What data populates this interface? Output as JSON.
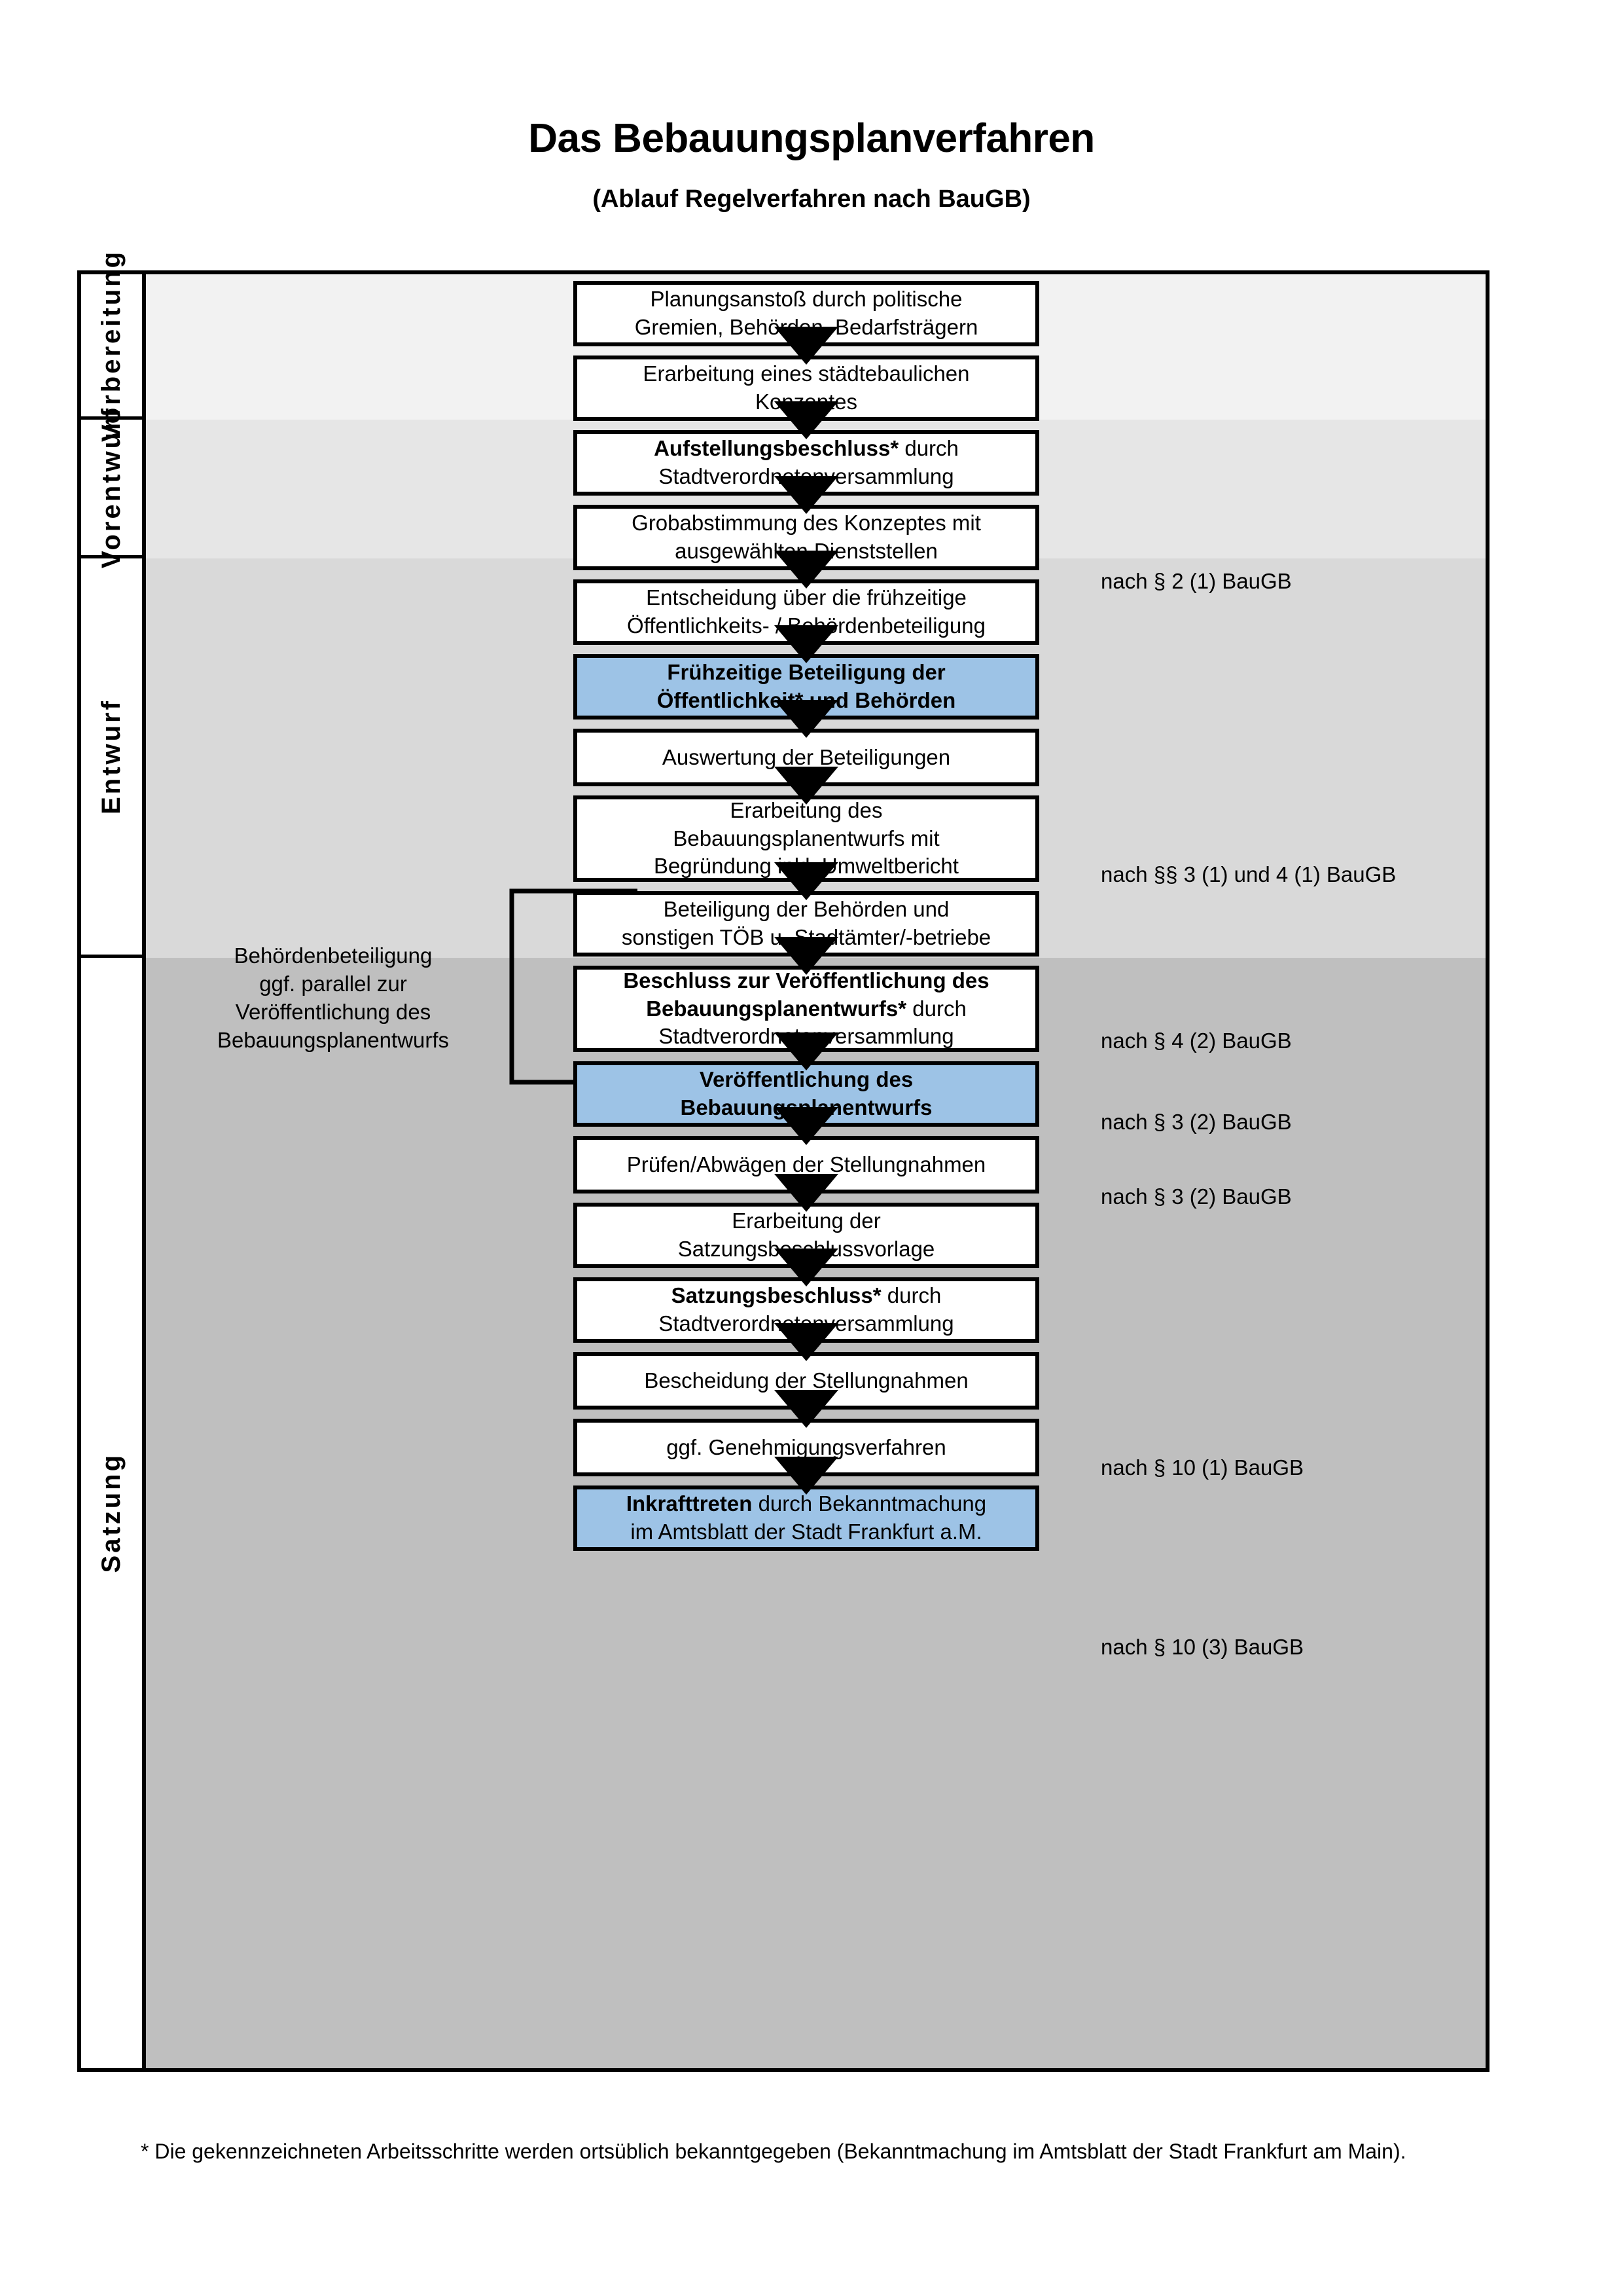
{
  "header": {
    "title": "Das Bebauungsplanverfahren",
    "subtitle": "(Ablauf Regelverfahren nach BauGB)"
  },
  "phases": [
    {
      "id": "vorbereitung",
      "label": "Vorbereitung"
    },
    {
      "id": "vorentwurf",
      "label": "Vorentwurf"
    },
    {
      "id": "entwurf",
      "label": "Entwurf"
    },
    {
      "id": "satzung",
      "label": "Satzung"
    }
  ],
  "steps": [
    {
      "id": "planungsanstoss",
      "phase": "vorbereitung",
      "highlight": false,
      "lines": [
        {
          "text": "Planungsanstoß durch politische",
          "bold": false
        },
        {
          "text": "Gremien, Behörden, Bedarfsträgern",
          "bold": false
        }
      ]
    },
    {
      "id": "staedtebauliches-konzept",
      "phase": "vorbereitung",
      "highlight": false,
      "lines": [
        {
          "text": "Erarbeitung eines städtebaulichen",
          "bold": false
        },
        {
          "text": "Konzeptes",
          "bold": false
        }
      ]
    },
    {
      "id": "aufstellungsbeschluss",
      "phase": "vorbereitung",
      "highlight": false,
      "lines": [
        {
          "text": "Aufstellungsbeschluss*",
          "bold": true,
          "suffix": " durch"
        },
        {
          "text": "Stadtverordnetenversammlung",
          "bold": false
        }
      ]
    },
    {
      "id": "grobabstimmung",
      "phase": "vorentwurf",
      "highlight": false,
      "lines": [
        {
          "text": "Grobabstimmung des Konzeptes mit",
          "bold": false
        },
        {
          "text": "ausgewählten Dienststellen",
          "bold": false
        }
      ]
    },
    {
      "id": "entscheidung-fruehzeitige",
      "phase": "vorentwurf",
      "highlight": false,
      "lines": [
        {
          "text": "Entscheidung über die frühzeitige",
          "bold": false
        },
        {
          "text": "Öffentlichkeits- / Behördenbeteiligung",
          "bold": false
        }
      ]
    },
    {
      "id": "fruehzeitige-beteiligung",
      "phase": "vorentwurf",
      "highlight": true,
      "lines": [
        {
          "text": "Frühzeitige Beteiligung der",
          "bold": true
        },
        {
          "text": "Öffentlichkeit* und Behörden",
          "bold": true
        }
      ]
    },
    {
      "id": "auswertung-beteiligungen",
      "phase": "entwurf",
      "highlight": false,
      "lines": [
        {
          "text": "Auswertung der Beteiligungen",
          "bold": false
        }
      ]
    },
    {
      "id": "erarbeitung-bebauungsplanentwurf",
      "phase": "entwurf",
      "highlight": false,
      "lines": [
        {
          "text": "Erarbeitung des",
          "bold": false
        },
        {
          "text": "Bebauungsplanentwurfs mit",
          "bold": false
        },
        {
          "text": "Begründung inkl. Umweltbericht",
          "bold": false
        }
      ]
    },
    {
      "id": "beteiligung-behoerden",
      "phase": "entwurf",
      "highlight": false,
      "lines": [
        {
          "text": "Beteiligung der Behörden und",
          "bold": false
        },
        {
          "text": "sonstigen TÖB u. Stadtämter/-betriebe",
          "bold": false
        }
      ]
    },
    {
      "id": "beschluss-veroeffentlichung",
      "phase": "entwurf",
      "highlight": false,
      "lines": [
        {
          "text": "Beschluss zur Veröffentlichung des",
          "bold": true
        },
        {
          "text": "Bebauungsplanentwurfs*",
          "bold": true,
          "suffix": " durch"
        },
        {
          "text": "Stadtverordnetenversammlung",
          "bold": false
        }
      ]
    },
    {
      "id": "veroeffentlichung-entwurf",
      "phase": "entwurf",
      "highlight": true,
      "lines": [
        {
          "text": "Veröffentlichung des",
          "bold": true
        },
        {
          "text": "Bebauungsplanentwurfs",
          "bold": true
        }
      ]
    },
    {
      "id": "pruefen-abwaegen",
      "phase": "satzung",
      "highlight": false,
      "lines": [
        {
          "text": "Prüfen/Abwägen der Stellungnahmen",
          "bold": false
        }
      ]
    },
    {
      "id": "satzungsbeschlussvorlage",
      "phase": "satzung",
      "highlight": false,
      "lines": [
        {
          "text": "Erarbeitung der",
          "bold": false
        },
        {
          "text": "Satzungsbeschlussvorlage",
          "bold": false
        }
      ]
    },
    {
      "id": "satzungsbeschluss",
      "phase": "satzung",
      "highlight": false,
      "lines": [
        {
          "text": "Satzungsbeschluss*",
          "bold": true,
          "suffix": " durch"
        },
        {
          "text": "Stadtverordnetenversammlung",
          "bold": false
        }
      ]
    },
    {
      "id": "bescheidung-stellungnahmen",
      "phase": "satzung",
      "highlight": false,
      "lines": [
        {
          "text": "Bescheidung der Stellungnahmen",
          "bold": false
        }
      ]
    },
    {
      "id": "genehmigungsverfahren",
      "phase": "satzung",
      "highlight": false,
      "lines": [
        {
          "text": "ggf. Genehmigungsverfahren",
          "bold": false
        }
      ]
    },
    {
      "id": "inkrafttreten",
      "phase": "satzung",
      "highlight": true,
      "lines": [
        {
          "text": "Inkrafttreten",
          "bold": true,
          "suffix": " durch Bekanntmachung"
        },
        {
          "text": "im Amtsblatt der Stadt Frankfurt a.M.",
          "bold": false
        }
      ]
    }
  ],
  "side_note": {
    "lines": [
      "Behördenbeteiligung",
      "ggf. parallel zur",
      "Veröffentlichung des",
      "Bebauungsplanentwurfs"
    ]
  },
  "legal_refs": [
    {
      "id": "ref-par2-1",
      "text": "nach § 2 (1) BauGB"
    },
    {
      "id": "ref-par3-4-1",
      "text": "nach §§ 3 (1) und 4 (1) BauGB"
    },
    {
      "id": "ref-par4-2",
      "text": "nach § 4 (2) BauGB"
    },
    {
      "id": "ref-par3-2a",
      "text": "nach § 3 (2) BauGB"
    },
    {
      "id": "ref-par3-2b",
      "text": "nach § 3 (2) BauGB"
    },
    {
      "id": "ref-par10-1",
      "text": "nach § 10 (1) BauGB"
    },
    {
      "id": "ref-par10-3",
      "text": "nach § 10 (3) BauGB"
    }
  ],
  "footnote": {
    "text": "* Die gekennzeichneten Arbeitsschritte werden ortsüblich bekanntgegeben (Bekanntmachung im Amtsblatt  der Stadt Frankfurt am Main)."
  },
  "colors": {
    "highlight_fill": "#9dc3e6",
    "band_vorbereitung": "#f2f2f2",
    "band_vorentwurf": "#e6e6e6",
    "band_entwurf": "#d9d9d9",
    "band_satzung": "#bfbfbf",
    "line": "#000000"
  }
}
